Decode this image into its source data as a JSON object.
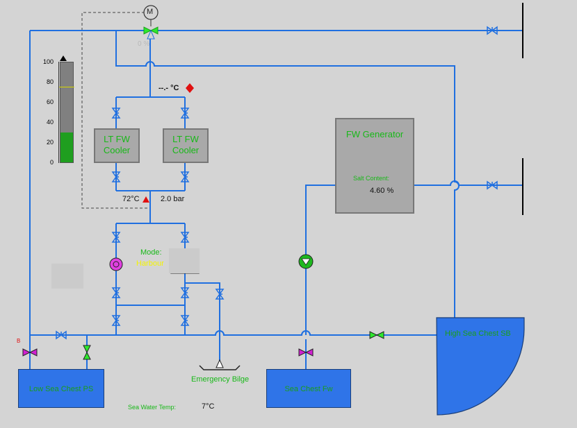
{
  "motor": {
    "label": "M"
  },
  "overboard_valve": {
    "position": "0 %"
  },
  "level_gauge": {
    "ticks": [
      "100",
      "80",
      "60",
      "40",
      "20",
      "0"
    ],
    "level_percent": 30,
    "alarm_percent": 75
  },
  "cooler_inlet_temp": {
    "value": "--.-",
    "unit": "°C"
  },
  "coolers": [
    {
      "label": "LT FW\nCooler"
    },
    {
      "label": "LT FW\nCooler"
    }
  ],
  "cooler_outlet": {
    "temperature": "72",
    "temp_unit": "°C",
    "pressure": "2.0 bar"
  },
  "fw_generator": {
    "title": "FW Generator",
    "salt_label": "Salt Content:",
    "salt_value": "4.60 %"
  },
  "mode": {
    "label": "Mode:",
    "value": "Harbour"
  },
  "tanks": {
    "low": "Low Sea Chest PS",
    "sea": "Sea Chest Fw",
    "high": "High Sea Chest SB"
  },
  "low_valve_tag": "B",
  "emergency_bilge": "Emergency Bilge",
  "sea_water_temp": {
    "label": "Sea Water Temp:",
    "value": "7",
    "unit": "°C"
  },
  "colors": {
    "pipe": "#1f6fe0",
    "accent_green": "#1eb81e",
    "alarm_red": "#e01010",
    "valve_magenta": "#d020d0"
  }
}
